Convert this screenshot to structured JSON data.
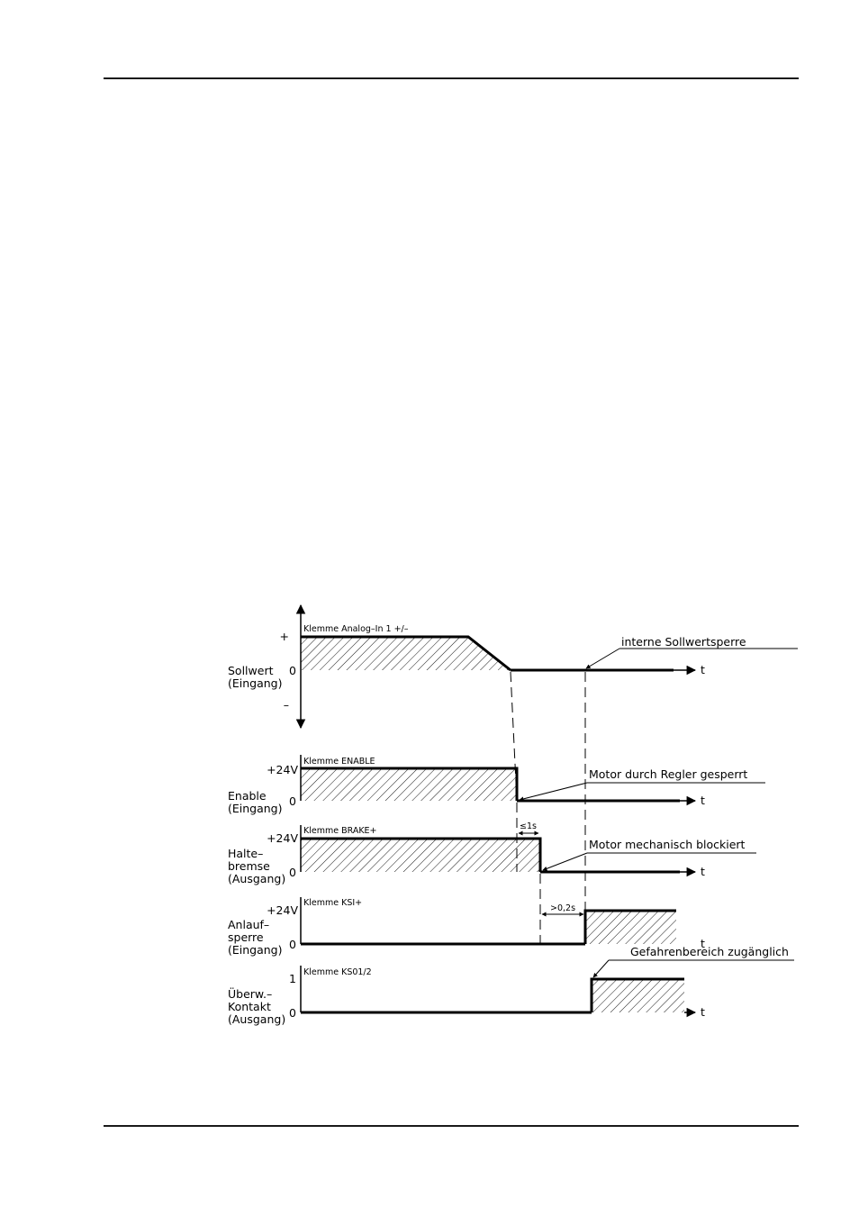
{
  "diagram": {
    "signals": [
      {
        "id": "sollwert",
        "name_lines": [
          "Sollwert",
          "(Eingang)"
        ],
        "terminal": "Klemme Analog–In 1 +/–",
        "levels": {
          "high": "+",
          "zero": "0",
          "low": "–"
        }
      },
      {
        "id": "enable",
        "name_lines": [
          "Enable",
          "(Eingang)"
        ],
        "terminal": "Klemme ENABLE",
        "levels": {
          "high": "+24V",
          "zero": "0"
        }
      },
      {
        "id": "brake",
        "name_lines": [
          "Halte–",
          "bremse",
          "(Ausgang)"
        ],
        "terminal": "Klemme BRAKE+",
        "levels": {
          "high": "+24V",
          "zero": "0"
        }
      },
      {
        "id": "ksi",
        "name_lines": [
          "Anlauf–",
          "sperre",
          "(Eingang)"
        ],
        "terminal": "Klemme KSI+",
        "levels": {
          "high": "+24V",
          "zero": "0"
        }
      },
      {
        "id": "ks01",
        "name_lines": [
          "Überw.–",
          "Kontakt",
          "(Ausgang)"
        ],
        "terminal": "Klemme KS01/2",
        "levels": {
          "high": "1",
          "zero": "0"
        }
      }
    ],
    "time_label": "t",
    "annotations": {
      "sollwertsperre": "interne  Sollwertsperre",
      "regler": "Motor  durch  Regler  gesperrt",
      "mechanisch": "Motor  mechanisch  blockiert",
      "gefahren": "Gefahrenbereich  zugänglich"
    },
    "timing": {
      "brake_delay": "≤1s",
      "ksi_delay": ">0,2s"
    }
  }
}
